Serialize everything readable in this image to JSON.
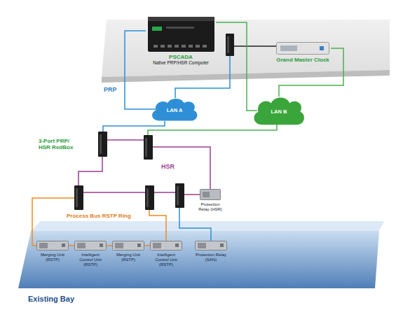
{
  "diagram": {
    "nodes": [
      {
        "text": [
          "PSCADA",
          "Native PRP/HSR Computer"
        ]
      },
      {
        "text": [
          "Grand Master Clock"
        ]
      },
      {
        "text": [
          "LAN A"
        ]
      },
      {
        "text": [
          "LAN B"
        ]
      },
      {
        "text": [
          "3-Port PRP/ HSR RedBox"
        ]
      },
      {
        "text": [
          "Protection Relay (HSR)"
        ]
      },
      {
        "text": [
          "Existing Bay"
        ]
      },
      {
        "text": [
          "Merging Unit (RSTP)"
        ],
        "in": 6
      },
      {
        "text": [
          "Intelligent Control Unit (RSTP)"
        ],
        "in": 6
      },
      {
        "text": [
          "Merging Unit (RSTP)"
        ],
        "in": 6
      },
      {
        "text": [
          "Intelligent Control Unit (RSTP)"
        ],
        "in": 6
      },
      {
        "text": [
          "Protection Relay (SAN)"
        ],
        "in": 6
      }
    ],
    "edges": [
      {
        "from": 0,
        "to": 2,
        "arrow": "none"
      },
      {
        "from": 0,
        "to": 3,
        "arrow": "none"
      },
      {
        "from": 1,
        "to": 3,
        "arrow": "none"
      },
      {
        "from": 2,
        "to": 4,
        "arrow": "none"
      },
      {
        "from": 7,
        "to": 8,
        "arrow": "none"
      },
      {
        "from": 8,
        "to": 9,
        "arrow": "none"
      },
      {
        "from": 9,
        "to": 10,
        "arrow": "none"
      }
    ],
    "labels": [
      "PRP",
      "HSR",
      "Process Bus RSTP Ring"
    ]
  }
}
